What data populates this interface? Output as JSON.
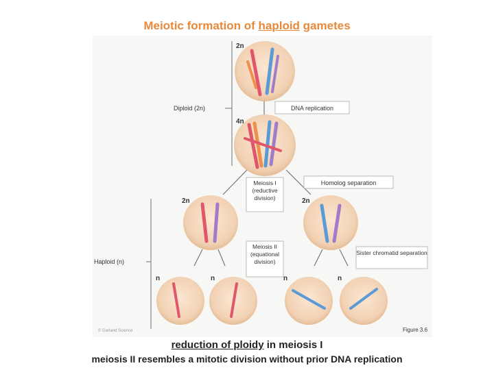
{
  "slide": {
    "title_pre": "Meiotic formation of ",
    "title_u": "haploid",
    "title_post": " gametes",
    "caption1_u": "reduction of ploidy",
    "caption1_post": " in meiosis I",
    "caption2": "meiosis II resembles a mitotic division without prior DNA replication"
  },
  "figure": {
    "ploidy_top": "2n",
    "ploidy_mid": "4n",
    "ploidy_meiosis1_left": "2n",
    "ploidy_meiosis1_right": "2n",
    "ploidy_gametes": [
      "n",
      "n",
      "n",
      "n"
    ],
    "diploid_label": "Diploid (2n)",
    "haploid_label": "Haploid (n)",
    "dna_replication": "DNA replication",
    "meiosis1_label": "Meiosis I (reductive division)",
    "meiosis2_label": "Meiosis II (equational division)",
    "homolog_sep": "Homolog separation",
    "chromatid_sep": "Sister chromatid separation",
    "figure_num": "Figure 3.6",
    "credit": "© Garland Science"
  },
  "colors": {
    "title": "#e8893a",
    "cell_fill": "#f2d2b4",
    "cell_rim": "#d9b08c",
    "chrom_red": "#e0566b",
    "chrom_blue": "#5b9ad6",
    "chrom_purple": "#a07cc9",
    "chrom_orange": "#ee8f4c"
  }
}
